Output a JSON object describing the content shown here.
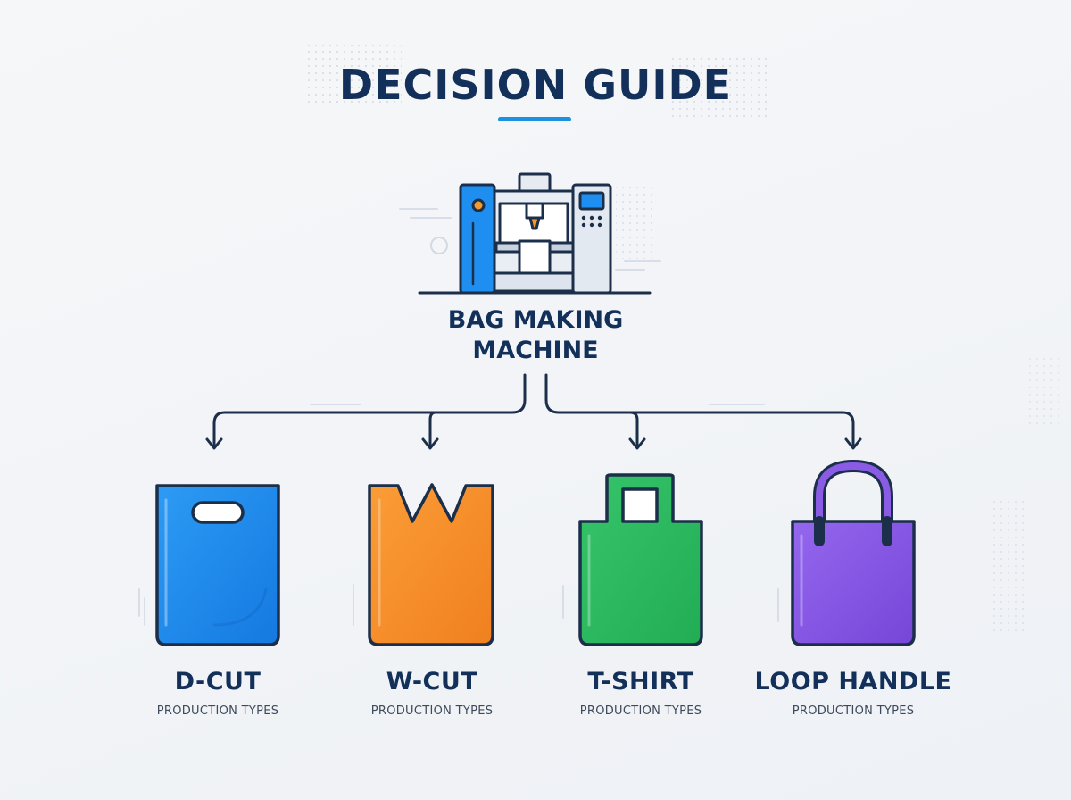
{
  "title": "DECISION GUIDE",
  "machine": {
    "label_line1": "BAG MAKING",
    "label_line2": "MACHINE",
    "icon": "bag-making-machine-icon"
  },
  "bag_types": [
    {
      "name": "D-CUT",
      "subtitle": "PRODUCTION TYPES",
      "color": "#1f8ef1",
      "icon": "d-cut-bag-icon"
    },
    {
      "name": "W-CUT",
      "subtitle": "PRODUCTION TYPES",
      "color": "#f7922b",
      "icon": "w-cut-bag-icon"
    },
    {
      "name": "T-SHIRT",
      "subtitle": "PRODUCTION TYPES",
      "color": "#2fbf63",
      "icon": "t-shirt-bag-icon"
    },
    {
      "name": "LOOP HANDLE",
      "subtitle": "PRODUCTION TYPES",
      "color": "#8a5ce6",
      "icon": "loop-handle-bag-icon"
    }
  ],
  "colors": {
    "title": "#12305a",
    "accent": "#1e90e0",
    "outline": "#1c2f4a"
  }
}
